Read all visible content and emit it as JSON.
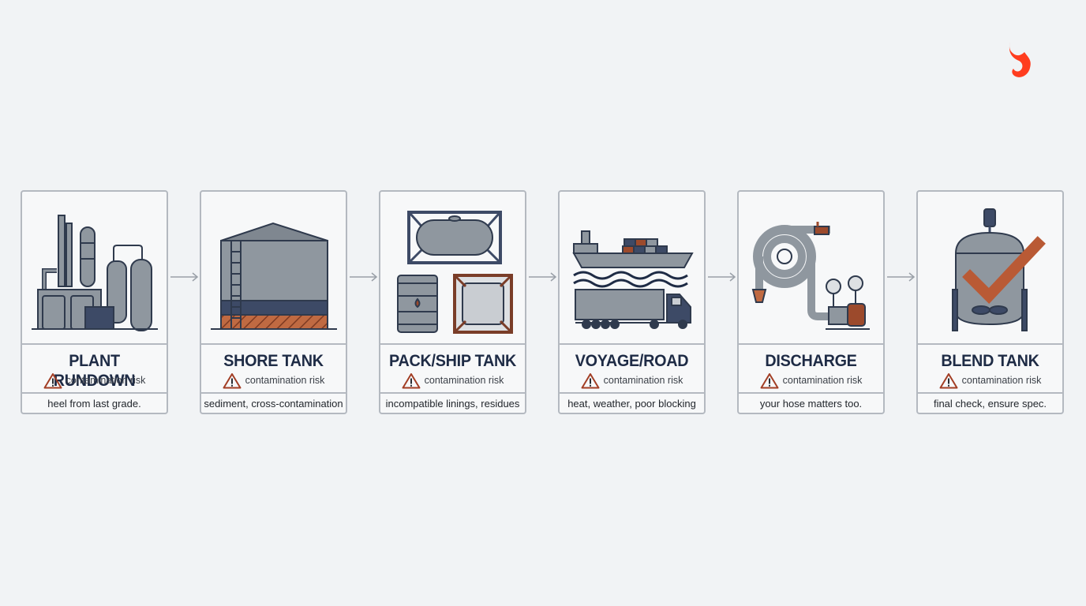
{
  "brand": {
    "logo_icon": "flame-logo-icon",
    "accent_color": "#ff3d1f"
  },
  "colors": {
    "card_border": "#b4b9c0",
    "title": "#1e2b45",
    "warning": "#a23e25",
    "steel": "#8f979f",
    "navy": "#3d4a66",
    "rust": "#9c4a2c"
  },
  "stages": [
    {
      "title": "PLANT RUNDOWN",
      "risk": "contamination risk",
      "description": "heel from last grade.",
      "icon": "refinery-icon"
    },
    {
      "title": "SHORE TANK",
      "risk": "contamination risk",
      "description": "sediment, cross-contamination",
      "icon": "storage-tank-icon"
    },
    {
      "title": "PACK/SHIP TANK",
      "risk": "contamination risk",
      "description": "incompatible linings, residues",
      "icon": "containers-icon"
    },
    {
      "title": "VOYAGE/ROAD",
      "risk": "contamination risk",
      "description": "heat, weather, poor blocking",
      "icon": "ship-truck-icon"
    },
    {
      "title": "DISCHARGE",
      "risk": "contamination risk",
      "description": "your hose matters too.",
      "icon": "hose-pump-icon"
    },
    {
      "title": "BLEND TANK",
      "risk": "contamination risk",
      "description": "final check, ensure spec.",
      "icon": "blend-tank-check-icon"
    }
  ],
  "connector_icon": "arrow-right-icon",
  "risk_icon": "warning-triangle-icon"
}
